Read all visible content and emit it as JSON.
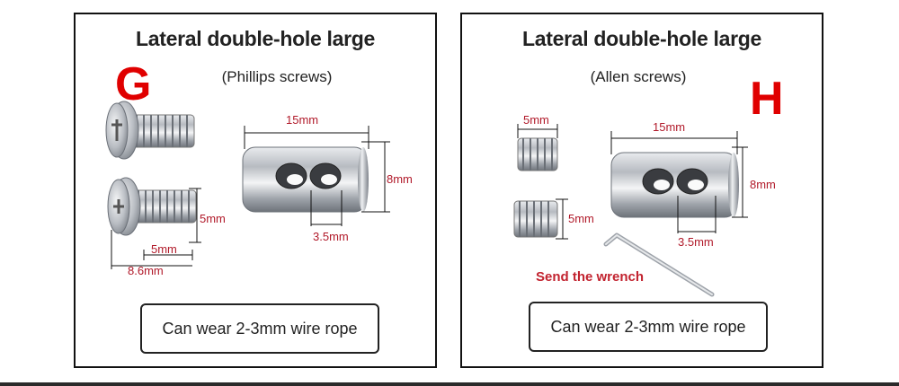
{
  "panel_g": {
    "title": "Lateral double-hole large",
    "letter": "G",
    "subtitle": "(Phillips screws)",
    "dim_length": "15mm",
    "dim_height": "8mm",
    "dim_hole": "3.5mm",
    "dim_screw_thread_h": "5mm",
    "dim_screw_thread_w": "5mm",
    "dim_screw_total": "8.6mm",
    "caption": "Can wear 2-3mm wire rope"
  },
  "panel_h": {
    "title": "Lateral double-hole large",
    "letter": "H",
    "subtitle": "(Allen screws)",
    "dim_length": "15mm",
    "dim_height": "8mm",
    "dim_hole": "3.5mm",
    "dim_set_screw_top": "5mm",
    "dim_set_screw_side": "5mm",
    "wrench_label": "Send the wrench",
    "caption": "Can wear 2-3mm wire rope"
  },
  "colors": {
    "accent_red": "#e00000",
    "dimension_red": "#b11a2a"
  },
  "icons": [
    "phillips-screw-icon",
    "cylinder-clamp-icon",
    "set-screw-icon",
    "hex-wrench-icon"
  ]
}
